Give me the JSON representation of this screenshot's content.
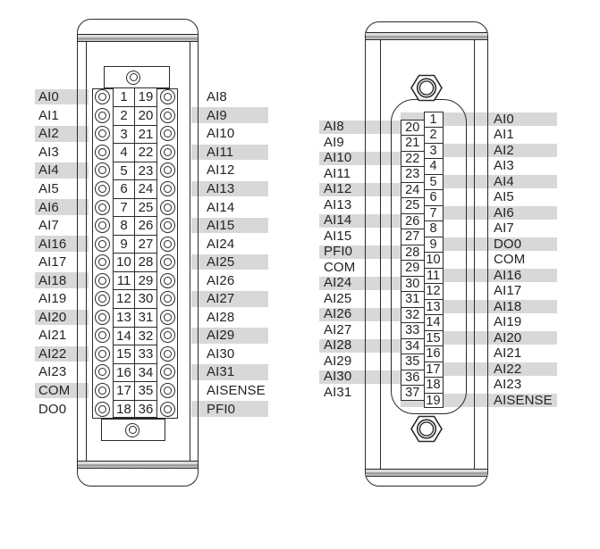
{
  "colors": {
    "highlight": "#d8d8d8",
    "line": "#2a2a2a",
    "text": "#242424"
  },
  "left_device": {
    "rows": [
      {
        "left_label": "AI0",
        "left_pin": "1",
        "right_pin": "19",
        "right_label": "AI8",
        "left_highlight": true,
        "right_highlight": false
      },
      {
        "left_label": "AI1",
        "left_pin": "2",
        "right_pin": "20",
        "right_label": "AI9",
        "left_highlight": false,
        "right_highlight": true
      },
      {
        "left_label": "AI2",
        "left_pin": "3",
        "right_pin": "21",
        "right_label": "AI10",
        "left_highlight": true,
        "right_highlight": false
      },
      {
        "left_label": "AI3",
        "left_pin": "4",
        "right_pin": "22",
        "right_label": "AI11",
        "left_highlight": false,
        "right_highlight": true
      },
      {
        "left_label": "AI4",
        "left_pin": "5",
        "right_pin": "23",
        "right_label": "AI12",
        "left_highlight": true,
        "right_highlight": false
      },
      {
        "left_label": "AI5",
        "left_pin": "6",
        "right_pin": "24",
        "right_label": "AI13",
        "left_highlight": false,
        "right_highlight": true
      },
      {
        "left_label": "AI6",
        "left_pin": "7",
        "right_pin": "25",
        "right_label": "AI14",
        "left_highlight": true,
        "right_highlight": false
      },
      {
        "left_label": "AI7",
        "left_pin": "8",
        "right_pin": "26",
        "right_label": "AI15",
        "left_highlight": false,
        "right_highlight": true
      },
      {
        "left_label": "AI16",
        "left_pin": "9",
        "right_pin": "27",
        "right_label": "AI24",
        "left_highlight": true,
        "right_highlight": false
      },
      {
        "left_label": "AI17",
        "left_pin": "10",
        "right_pin": "28",
        "right_label": "AI25",
        "left_highlight": false,
        "right_highlight": true
      },
      {
        "left_label": "AI18",
        "left_pin": "11",
        "right_pin": "29",
        "right_label": "AI26",
        "left_highlight": true,
        "right_highlight": false
      },
      {
        "left_label": "AI19",
        "left_pin": "12",
        "right_pin": "30",
        "right_label": "AI27",
        "left_highlight": false,
        "right_highlight": true
      },
      {
        "left_label": "AI20",
        "left_pin": "13",
        "right_pin": "31",
        "right_label": "AI28",
        "left_highlight": true,
        "right_highlight": false
      },
      {
        "left_label": "AI21",
        "left_pin": "14",
        "right_pin": "32",
        "right_label": "AI29",
        "left_highlight": false,
        "right_highlight": true
      },
      {
        "left_label": "AI22",
        "left_pin": "15",
        "right_pin": "33",
        "right_label": "AI30",
        "left_highlight": true,
        "right_highlight": false
      },
      {
        "left_label": "AI23",
        "left_pin": "16",
        "right_pin": "34",
        "right_label": "AI31",
        "left_highlight": false,
        "right_highlight": true
      },
      {
        "left_label": "COM",
        "left_pin": "17",
        "right_pin": "35",
        "right_label": "AISENSE",
        "left_highlight": true,
        "right_highlight": false
      },
      {
        "left_label": "DO0",
        "left_pin": "18",
        "right_pin": "36",
        "right_label": "PFI0",
        "left_highlight": false,
        "right_highlight": true
      }
    ]
  },
  "right_device": {
    "left_column": [
      {
        "pin": "20",
        "label": "AI8",
        "highlight": true
      },
      {
        "pin": "21",
        "label": "AI9",
        "highlight": false
      },
      {
        "pin": "22",
        "label": "AI10",
        "highlight": true
      },
      {
        "pin": "23",
        "label": "AI11",
        "highlight": false
      },
      {
        "pin": "24",
        "label": "AI12",
        "highlight": true
      },
      {
        "pin": "25",
        "label": "AI13",
        "highlight": false
      },
      {
        "pin": "26",
        "label": "AI14",
        "highlight": true
      },
      {
        "pin": "27",
        "label": "AI15",
        "highlight": false
      },
      {
        "pin": "28",
        "label": "PFI0",
        "highlight": true
      },
      {
        "pin": "29",
        "label": "COM",
        "highlight": false
      },
      {
        "pin": "30",
        "label": "AI24",
        "highlight": true
      },
      {
        "pin": "31",
        "label": "AI25",
        "highlight": false
      },
      {
        "pin": "32",
        "label": "AI26",
        "highlight": true
      },
      {
        "pin": "33",
        "label": "AI27",
        "highlight": false
      },
      {
        "pin": "34",
        "label": "AI28",
        "highlight": true
      },
      {
        "pin": "35",
        "label": "AI29",
        "highlight": false
      },
      {
        "pin": "36",
        "label": "AI30",
        "highlight": true
      },
      {
        "pin": "37",
        "label": "AI31",
        "highlight": false
      }
    ],
    "right_column": [
      {
        "pin": "1",
        "label": "AI0",
        "highlight": true
      },
      {
        "pin": "2",
        "label": "AI1",
        "highlight": false
      },
      {
        "pin": "3",
        "label": "AI2",
        "highlight": true
      },
      {
        "pin": "4",
        "label": "AI3",
        "highlight": false
      },
      {
        "pin": "5",
        "label": "AI4",
        "highlight": true
      },
      {
        "pin": "6",
        "label": "AI5",
        "highlight": false
      },
      {
        "pin": "7",
        "label": "AI6",
        "highlight": true
      },
      {
        "pin": "8",
        "label": "AI7",
        "highlight": false
      },
      {
        "pin": "9",
        "label": "DO0",
        "highlight": true
      },
      {
        "pin": "10",
        "label": "COM",
        "highlight": false
      },
      {
        "pin": "11",
        "label": "AI16",
        "highlight": true
      },
      {
        "pin": "12",
        "label": "AI17",
        "highlight": false
      },
      {
        "pin": "13",
        "label": "AI18",
        "highlight": true
      },
      {
        "pin": "14",
        "label": "AI19",
        "highlight": false
      },
      {
        "pin": "15",
        "label": "AI20",
        "highlight": true
      },
      {
        "pin": "16",
        "label": "AI21",
        "highlight": false
      },
      {
        "pin": "17",
        "label": "AI22",
        "highlight": true
      },
      {
        "pin": "18",
        "label": "AI23",
        "highlight": false
      },
      {
        "pin": "19",
        "label": "AISENSE",
        "highlight": true
      }
    ]
  }
}
